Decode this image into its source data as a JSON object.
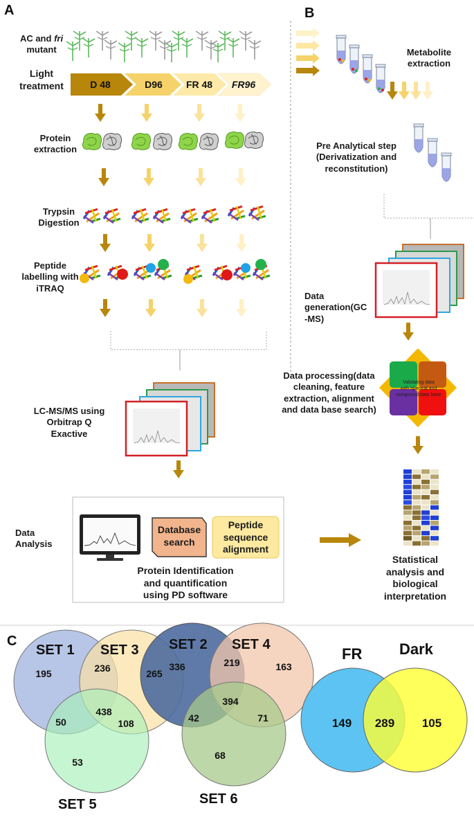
{
  "panels": {
    "a": "A",
    "b": "B",
    "c": "C"
  },
  "panel_a": {
    "sample_line1_pre": "AC and ",
    "sample_line1_italic": "fri",
    "sample_line2": "mutant",
    "light_line1": "Light",
    "light_line2": "treatment",
    "treatments": [
      "D 48",
      "D96",
      "FR 48",
      "FR96"
    ],
    "treatment_colors": [
      "#b8860b",
      "#f5d36a",
      "#fde9a8",
      "#fff3cf"
    ],
    "step_protein_1": "Protein",
    "step_protein_2": "extraction",
    "step_trypsin_1": "Trypsin",
    "step_trypsin_2": "Digestion",
    "step_peptide_1": "Peptide",
    "step_peptide_2": "labelling with",
    "step_peptide_3": "iTRAQ",
    "lcms_1": "LC-MS/MS using",
    "lcms_2": "Orbitrap Q",
    "lcms_3": "Exactive",
    "data_analysis_1": "Data",
    "data_analysis_2": "Analysis",
    "db_search_1": "Database",
    "db_search_2": "search",
    "peptide_seq_1": "Peptide",
    "peptide_seq_2": "sequence",
    "peptide_seq_3": "alignment",
    "protein_id_1": "Protein Identification",
    "protein_id_2": "and quantification",
    "protein_id_3": "using PD software"
  },
  "panel_b": {
    "metabolite_1": "Metabolite",
    "metabolite_2": "extraction",
    "pre_1": "Pre Analytical step",
    "pre_2": "(Derivatization and",
    "pre_3": "reconstitution)",
    "datagen_1": "Data",
    "datagen_2": "generation(GC",
    "datagen_3": "-MS)",
    "proc_1": "Data processing(data",
    "proc_2": "cleaning, feature",
    "proc_3": "extraction, alignment",
    "proc_4": "and data base search)",
    "validating_1": "Validating data",
    "validating_2": "with spectral and",
    "validating_3": "compound data base",
    "stat_1": "Statistical",
    "stat_2": "analysis and",
    "stat_3": "biological",
    "stat_4": "interpretation"
  },
  "panel_c": {
    "venn1": {
      "set_labels": [
        "SET 1",
        "SET 3",
        "SET 5"
      ],
      "colors": [
        "#9fb3dd",
        "#fbe1a3",
        "#a8f0b8"
      ],
      "counts": {
        "only_a": "195",
        "ab": "236",
        "only_b": "265",
        "abc": "438",
        "ac": "50",
        "bc": "108",
        "only_c": "53"
      }
    },
    "venn2": {
      "set_labels": [
        "SET 2",
        "SET 4",
        "SET 6"
      ],
      "colors": [
        "#4e6b9e",
        "#f3c7ab",
        "#a7c98b"
      ],
      "counts": {
        "only_a": "336",
        "ab": "219",
        "only_b": "163",
        "abc": "394",
        "ac": "42",
        "bc": "71",
        "only_c": "68"
      }
    },
    "venn3": {
      "set_labels": [
        "FR",
        "Dark"
      ],
      "colors": [
        "#5cc3f2",
        "#ffff33"
      ],
      "counts": {
        "only_a": "149",
        "ab": "289",
        "only_b": "105"
      }
    }
  }
}
